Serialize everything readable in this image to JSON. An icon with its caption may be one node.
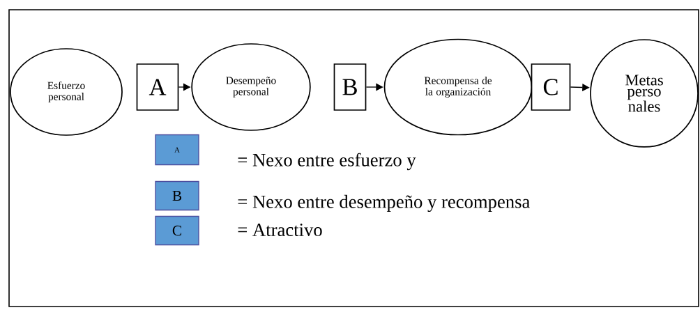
{
  "diagram": {
    "nodes": [
      {
        "text": [
          "Esfuerzo personal"
        ]
      },
      {
        "text": [
          "A"
        ]
      },
      {
        "text": [
          "Desempeño personal"
        ]
      },
      {
        "text": [
          "B"
        ]
      },
      {
        "text": [
          "Recompensa de la organización"
        ]
      },
      {
        "text": [
          "C"
        ]
      },
      {
        "text": [
          "Metas perso nales"
        ]
      },
      {
        "text": [
          "A"
        ]
      },
      {
        "text": [
          "B"
        ]
      },
      {
        "text": [
          "C"
        ]
      }
    ],
    "edges": [
      {
        "from": 1,
        "to": 2,
        "arrow": "to"
      },
      {
        "from": 3,
        "to": 4,
        "arrow": "to"
      },
      {
        "from": 5,
        "to": 6,
        "arrow": "to"
      }
    ],
    "labels": [
      "= Nexo entre esfuerzo y",
      "= Nexo entre desempeño y recompensa",
      "= Atractivo"
    ]
  }
}
